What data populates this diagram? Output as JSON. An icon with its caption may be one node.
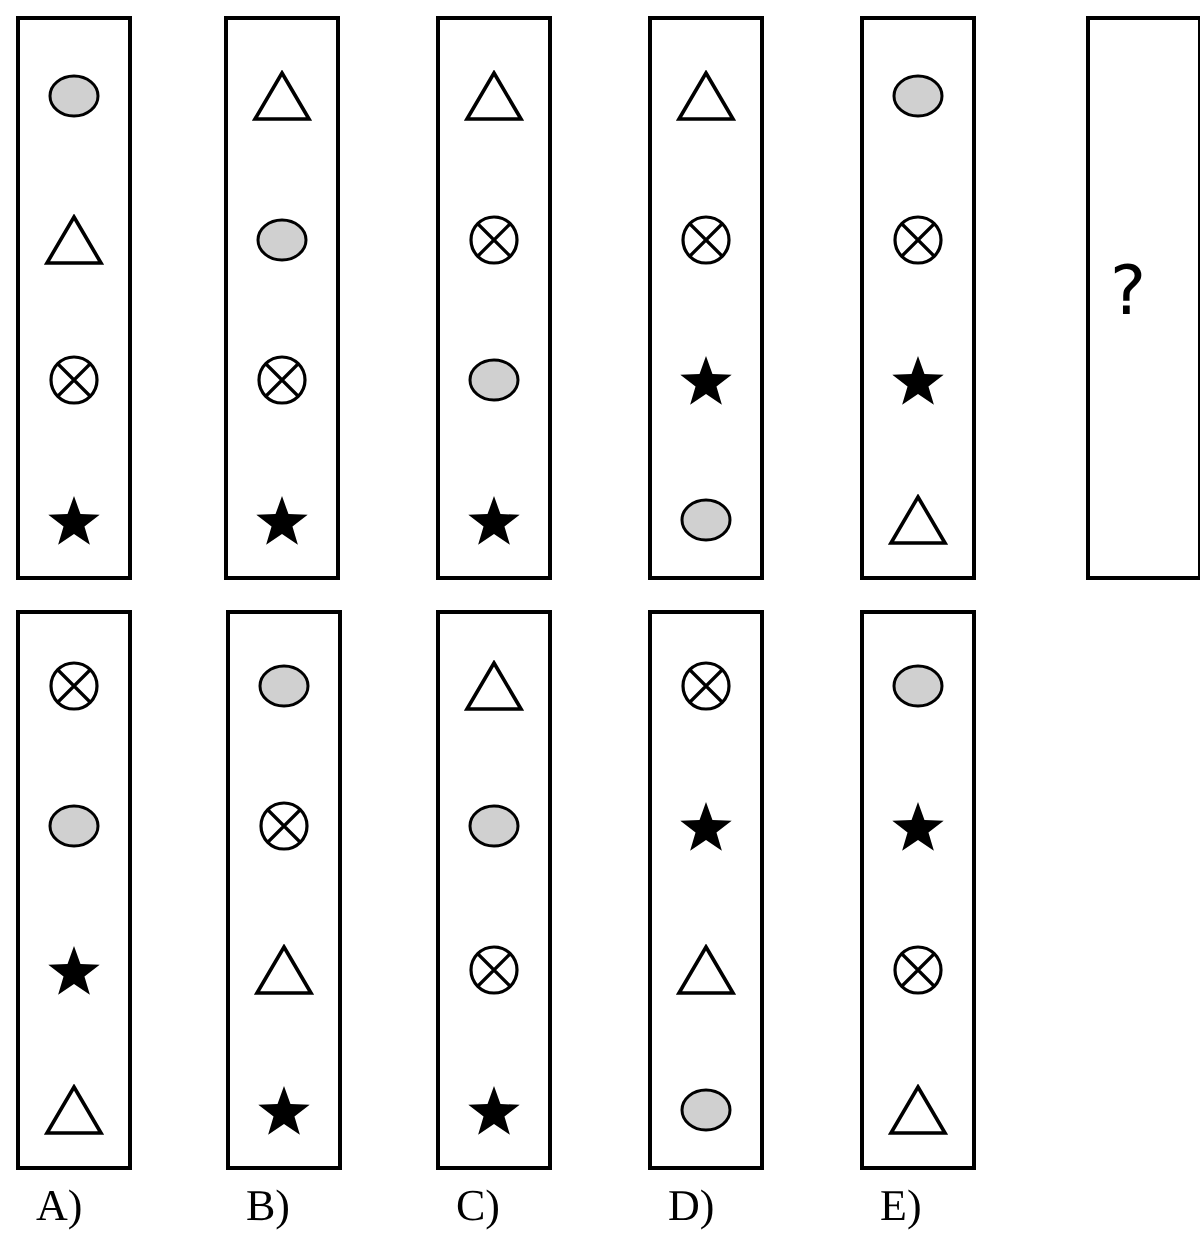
{
  "diagram": {
    "nodes": [
      {
        "text": [],
        "shape": "box"
      },
      {
        "text": [],
        "shape": "circle",
        "in": 0
      },
      {
        "text": [],
        "shape": "triangle",
        "in": 0
      },
      {
        "text": [],
        "shape": "cross-circle",
        "in": 0
      },
      {
        "text": [],
        "shape": "star",
        "in": 0
      },
      {
        "text": [],
        "shape": "box"
      },
      {
        "text": [],
        "shape": "triangle",
        "in": 5
      },
      {
        "text": [],
        "shape": "circle",
        "in": 5
      },
      {
        "text": [],
        "shape": "cross-circle",
        "in": 5
      },
      {
        "text": [],
        "shape": "star",
        "in": 5
      },
      {
        "text": [],
        "shape": "box"
      },
      {
        "text": [],
        "shape": "triangle",
        "in": 10
      },
      {
        "text": [],
        "shape": "cross-circle",
        "in": 10
      },
      {
        "text": [],
        "shape": "circle",
        "in": 10
      },
      {
        "text": [],
        "shape": "star",
        "in": 10
      },
      {
        "text": [],
        "shape": "box"
      },
      {
        "text": [],
        "shape": "triangle",
        "in": 15
      },
      {
        "text": [],
        "shape": "cross-circle",
        "in": 15
      },
      {
        "text": [],
        "shape": "star",
        "in": 15
      },
      {
        "text": [],
        "shape": "circle",
        "in": 15
      },
      {
        "text": [],
        "shape": "box"
      },
      {
        "text": [],
        "shape": "circle",
        "in": 20
      },
      {
        "text": [],
        "shape": "cross-circle",
        "in": 20
      },
      {
        "text": [],
        "shape": "star",
        "in": 20
      },
      {
        "text": [],
        "shape": "triangle",
        "in": 20
      },
      {
        "text": [
          "?"
        ]
      },
      {
        "text": [],
        "shape": "box",
        "beside": [
          "A)"
        ]
      },
      {
        "text": [],
        "shape": "cross-circle",
        "in": 26
      },
      {
        "text": [],
        "shape": "circle",
        "in": 26
      },
      {
        "text": [],
        "shape": "star",
        "in": 26
      },
      {
        "text": [],
        "shape": "triangle",
        "in": 26
      },
      {
        "text": [],
        "shape": "box",
        "beside": [
          "B)"
        ]
      },
      {
        "text": [],
        "shape": "circle",
        "in": 31
      },
      {
        "text": [],
        "shape": "cross-circle",
        "in": 31
      },
      {
        "text": [],
        "shape": "triangle",
        "in": 31
      },
      {
        "text": [],
        "shape": "star",
        "in": 31
      },
      {
        "text": [],
        "shape": "box",
        "beside": [
          "C)"
        ]
      },
      {
        "text": [],
        "shape": "triangle",
        "in": 36
      },
      {
        "text": [],
        "shape": "circle",
        "in": 36
      },
      {
        "text": [],
        "shape": "cross-circle",
        "in": 36
      },
      {
        "text": [],
        "shape": "star",
        "in": 36
      },
      {
        "text": [],
        "shape": "box",
        "beside": [
          "D)"
        ]
      },
      {
        "text": [],
        "shape": "cross-circle",
        "in": 41
      },
      {
        "text": [],
        "shape": "star",
        "in": 41
      },
      {
        "text": [],
        "shape": "triangle",
        "in": 41
      },
      {
        "text": [],
        "shape": "circle",
        "in": 41
      },
      {
        "text": [],
        "shape": "box",
        "beside": [
          "E)"
        ]
      },
      {
        "text": [],
        "shape": "circle",
        "in": 46
      },
      {
        "text": [],
        "shape": "star",
        "in": 46
      },
      {
        "text": [],
        "shape": "cross-circle",
        "in": 46
      },
      {
        "text": [],
        "shape": "triangle",
        "in": 46
      }
    ]
  }
}
